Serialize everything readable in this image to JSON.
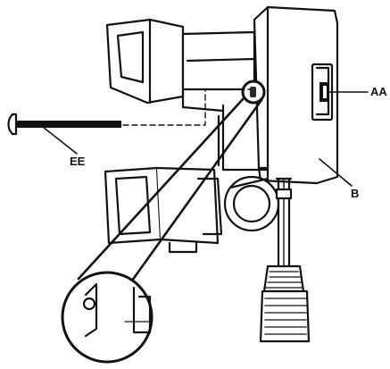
{
  "callouts": {
    "aa": "AA",
    "ee": "EE",
    "b": "B"
  },
  "colors": {
    "ink": "#111111",
    "paper": "#ffffff",
    "shade": "#2a2a2a"
  }
}
